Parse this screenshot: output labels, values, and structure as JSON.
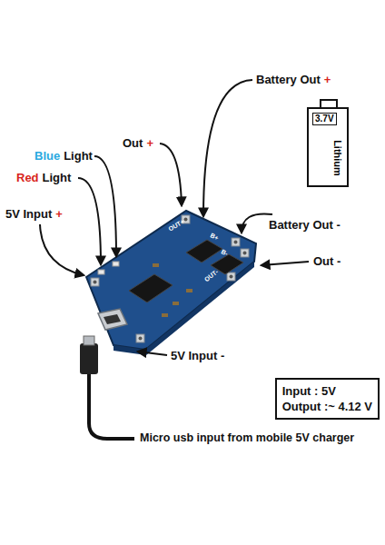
{
  "diagram": {
    "nodes": [
      {
        "text": [
          "3.7V",
          "Lithium"
        ]
      },
      {
        "text": [
          "Input : 5V",
          "Output :~ 4.12 V"
        ]
      }
    ],
    "labels": [
      "Battery Out",
      "+",
      "Blue",
      "Light",
      "Red",
      "Light",
      "Out",
      "+",
      "5V Input",
      "+",
      "Battery Out -",
      "Out -",
      "5V Input -",
      "Micro usb input from mobile 5V charger",
      "OUT+",
      "B+",
      "B-",
      "OUT-"
    ]
  }
}
